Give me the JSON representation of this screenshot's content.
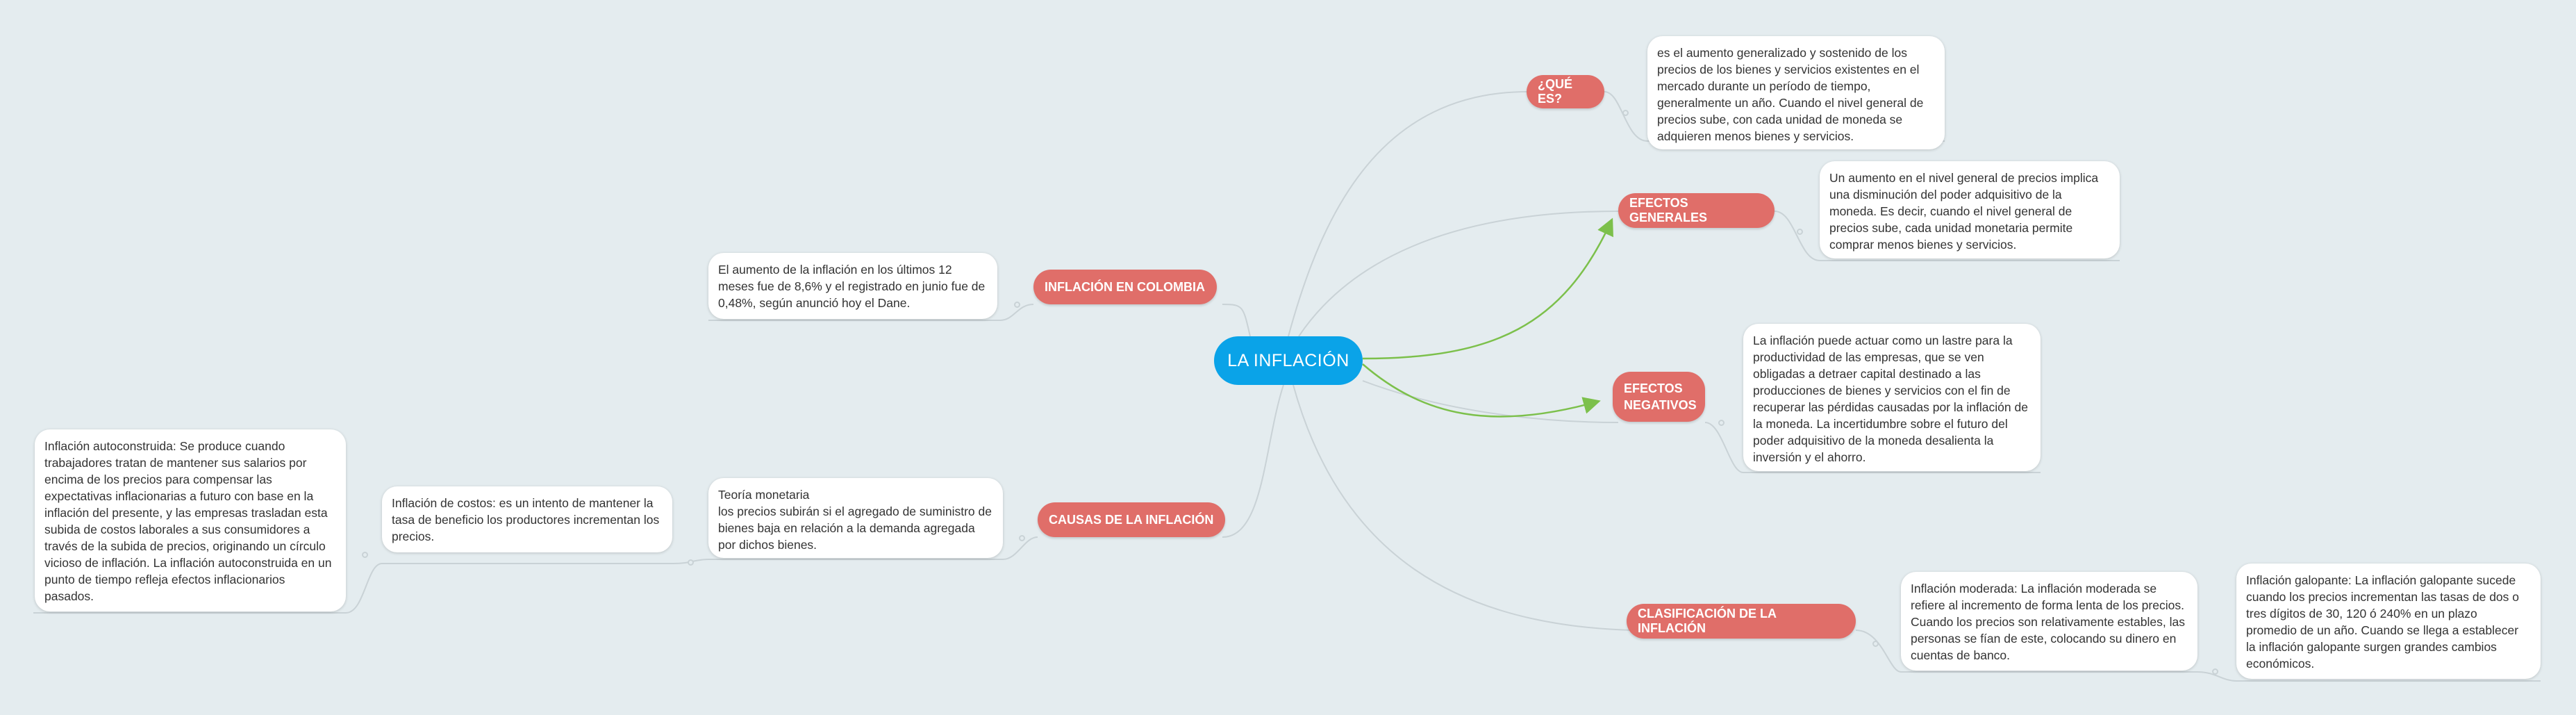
{
  "root": "LA INFLACIÓN",
  "topics": {
    "que_es": "¿QUÉ ES?",
    "efectos_generales": "EFECTOS GENERALES",
    "efectos_negativos": "EFECTOS NEGATIVOS",
    "clasificacion": "CLASIFICACIÓN DE LA INFLACIÓN",
    "colombia": "INFLACIÓN EN COLOMBIA",
    "causas": "CAUSAS DE LA INFLACIÓN"
  },
  "notes": {
    "que_es": "es el aumento generalizado y sostenido de los precios de los bienes y servicios existentes en el mercado durante un período de tiempo, generalmente un año. Cuando el nivel general de precios sube, con cada unidad de moneda se adquieren menos bienes y servicios.",
    "efectos_generales": "Un aumento en el nivel general de precios implica una disminución del poder adquisitivo de la moneda. Es decir, cuando el nivel general de precios sube, cada unidad monetaria permite comprar menos bienes y servicios.",
    "efectos_negativos": "La inflación puede actuar como un lastre para la productividad de las empresas, que se ven obligadas a detraer capital destinado a las producciones de bienes y servicios con el fin de recuperar las pérdidas causadas por la inflación de la moneda. La incertidumbre sobre el futuro del poder adquisitivo de la moneda desalienta la inversión y el ahorro.",
    "moderada": "Inflación moderada: La inflación moderada se refiere al incremento de forma lenta de los precios. Cuando los precios son relativamente estables, las personas se fían de este, colocando su dinero en cuentas de banco.",
    "galopante": "Inflación galopante: La inflación galopante sucede cuando los precios incrementan las tasas de dos o tres dígitos de 30, 120 ó 240% en un plazo promedio de un año. Cuando se llega a establecer la inflación galopante surgen grandes cambios económicos.",
    "colombia": "El aumento de la inflación en los últimos 12 meses fue de 8,6% y el registrado en junio fue de 0,48%, según anunció hoy el Dane.",
    "monetaria": "Teoría monetaria\nlos precios subirán si el agregado de suministro de bienes baja en relación a la demanda agregada por dichos bienes.",
    "costos": "Inflación de costos: es un intento de mantener la tasa de beneficio los productores incrementan los precios.",
    "autoconstruida": "Inflación autoconstruida: Se produce cuando trabajadores tratan de mantener sus salarios por encima de los precios para compensar las expectativas inflacionarias a futuro con base en la inflación del presente, y las empresas trasladan esta subida de costos laborales a sus consumidores a través de la subida de precios, originando un círculo vicioso de inflación. La inflación autoconstruida en un punto de tiempo refleja efectos inflacionarios pasados."
  },
  "colors": {
    "background": "#e4ecef",
    "root": "#0aa3e8",
    "topic": "#e06e69",
    "connector": "#c9d2d6",
    "relationship": "#7cc04b"
  }
}
